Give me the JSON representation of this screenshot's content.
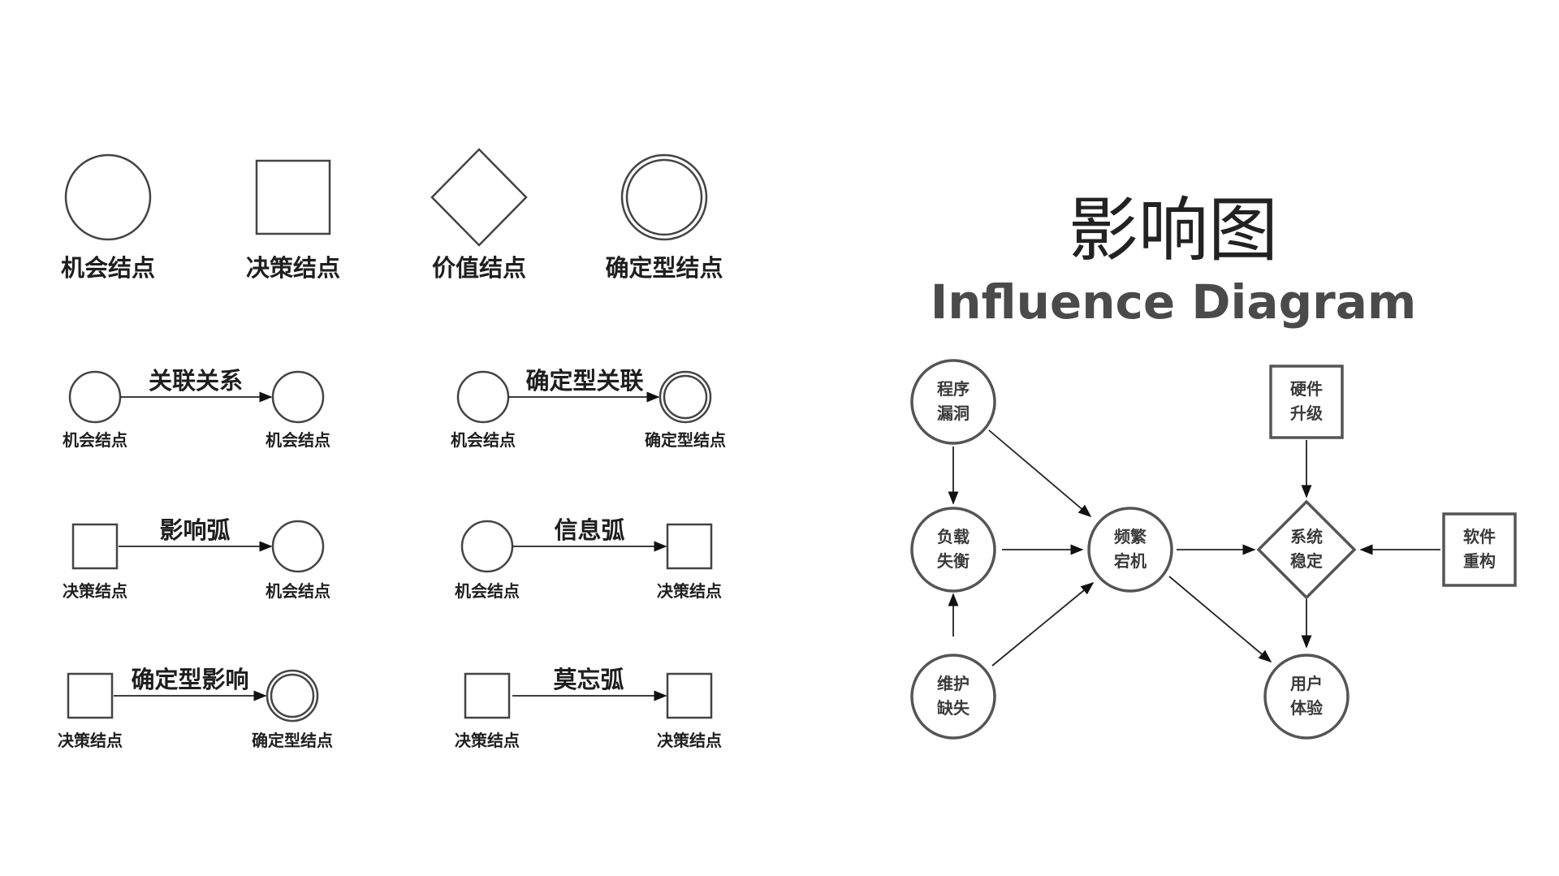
{
  "legend": {
    "chance_node": "机会结点",
    "decision_node": "决策结点",
    "value_node": "价值结点",
    "deterministic_node": "确定型结点"
  },
  "arcs": {
    "association": "关联关系",
    "deterministic_association": "确定型关联",
    "influence_arc": "影响弧",
    "information_arc": "信息弧",
    "deterministic_influence": "确定型影响",
    "memory_arc": "莫忘弧"
  },
  "arc_examples": [
    {
      "arc": "关联关系",
      "from": "机会结点",
      "to": "机会结点"
    },
    {
      "arc": "确定型关联",
      "from": "机会结点",
      "to": "确定型结点"
    },
    {
      "arc": "影响弧",
      "from": "决策结点",
      "to": "机会结点"
    },
    {
      "arc": "信息弧",
      "from": "机会结点",
      "to": "决策结点"
    },
    {
      "arc": "确定型影响",
      "from": "决策结点",
      "to": "确定型结点"
    },
    {
      "arc": "莫忘弧",
      "from": "决策结点",
      "to": "决策结点"
    }
  ],
  "title": {
    "cn": "影响图",
    "en": "Influence Diagram"
  },
  "diagram": {
    "nodes": {
      "bug": {
        "line1": "程序",
        "line2": "漏洞",
        "shape": "circle"
      },
      "load": {
        "line1": "负载",
        "line2": "失衡",
        "shape": "circle"
      },
      "maint": {
        "line1": "维护",
        "line2": "缺失",
        "shape": "circle"
      },
      "crash": {
        "line1": "频繁",
        "line2": "宕机",
        "shape": "circle"
      },
      "hw": {
        "line1": "硬件",
        "line2": "升级",
        "shape": "square"
      },
      "stable": {
        "line1": "系统",
        "line2": "稳定",
        "shape": "diamond"
      },
      "sw": {
        "line1": "软件",
        "line2": "重构",
        "shape": "square"
      },
      "ux": {
        "line1": "用户",
        "line2": "体验",
        "shape": "circle"
      }
    },
    "edges": [
      [
        "bug",
        "load"
      ],
      [
        "bug",
        "crash"
      ],
      [
        "maint",
        "load"
      ],
      [
        "maint",
        "crash"
      ],
      [
        "load",
        "crash"
      ],
      [
        "crash",
        "stable"
      ],
      [
        "crash",
        "ux"
      ],
      [
        "hw",
        "stable"
      ],
      [
        "sw",
        "stable"
      ],
      [
        "stable",
        "ux"
      ]
    ]
  }
}
